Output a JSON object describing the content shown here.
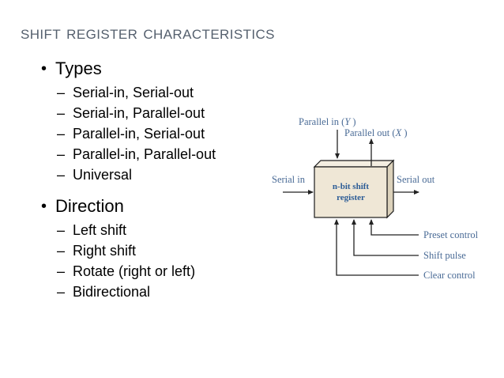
{
  "slide": {
    "title": "Shift Register Characteristics"
  },
  "content": {
    "groups": [
      {
        "heading": "Types",
        "bullet_glyph": "•",
        "sub_glyph": "–",
        "items": [
          "Serial-in, Serial-out",
          "Serial-in, Parallel-out",
          "Parallel-in, Serial-out",
          "Parallel-in, Parallel-out",
          "Universal"
        ]
      },
      {
        "heading": "Direction",
        "bullet_glyph": "•",
        "sub_glyph": "–",
        "items": [
          "Left shift",
          "Right shift",
          "Rotate (right or left)",
          "Bidirectional"
        ]
      }
    ]
  },
  "figure": {
    "box_text_line1": "n-bit shift",
    "box_text_line2": "register",
    "labels": {
      "parallel_in": "Parallel in (",
      "parallel_in_var": "Y",
      "parallel_in_close": " )",
      "parallel_out": "Parallel out (",
      "parallel_out_var": "X",
      "parallel_out_close": " )",
      "serial_in": "Serial in",
      "serial_out": "Serial out",
      "preset_control": "Preset control",
      "shift_pulse": "Shift pulse",
      "clear_control": "Clear control"
    },
    "colors": {
      "box_fill": "#efe7d6",
      "box_side": "#dcd2bb",
      "box_top": "#f4eee1",
      "box_stroke": "#1a1a1a",
      "label_blue": "#4a6b96",
      "box_label_blue": "#2c5c96",
      "wire": "#222222"
    }
  },
  "theme": {
    "background": "#ffffff",
    "title_color": "#55606e",
    "body_color": "#000000"
  }
}
